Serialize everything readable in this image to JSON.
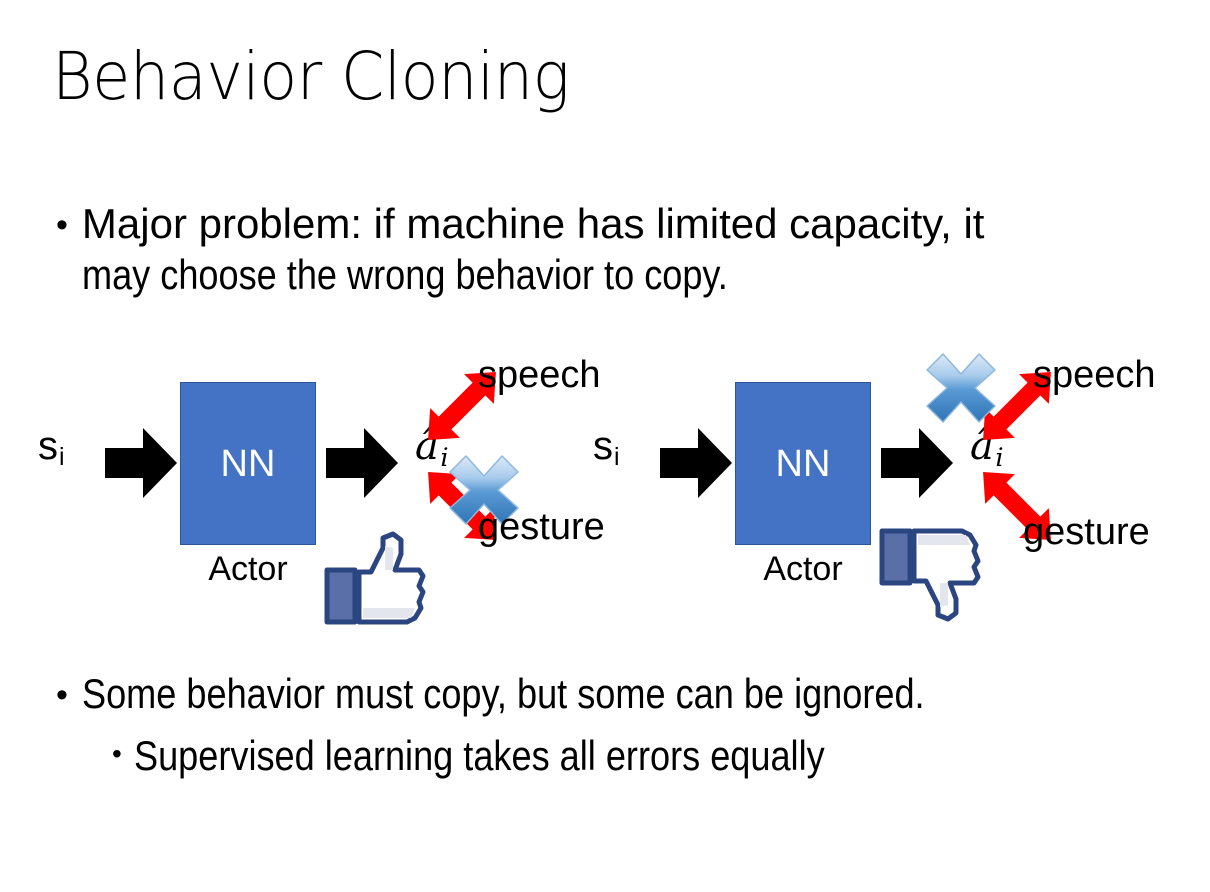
{
  "slide": {
    "title": "Behavior Cloning",
    "background_color": "#ffffff"
  },
  "bullets": {
    "top": {
      "marker": "•",
      "line1": "Major problem: if machine has limited capacity, it",
      "line2": "may choose the wrong behavior to copy."
    },
    "middle": {
      "marker": "•",
      "text": "Some behavior must copy, but some can be ignored."
    },
    "sub": {
      "marker": "•",
      "text": "Supervised learning takes all errors equally"
    }
  },
  "colors": {
    "nn_box_fill": "#4472C4",
    "nn_box_border": "#2E5597",
    "nn_text": "#ffffff",
    "red_arrow": "#FF0000",
    "x_mark_blue": "#5B9BD5",
    "thumb_outline": "#3B5998",
    "black_arrow": "#000000"
  },
  "diagrams": [
    {
      "id": "left",
      "state_label": "s",
      "state_subscript": "i",
      "nn_label": "NN",
      "actor_label": "Actor",
      "action_label": "â",
      "action_subscript": "i",
      "output_top": "speech",
      "output_bottom": "gesture",
      "crossed_output": "gesture",
      "feedback_icon": "thumbs-up-icon",
      "feedback": "positive"
    },
    {
      "id": "right",
      "state_label": "s",
      "state_subscript": "i",
      "nn_label": "NN",
      "actor_label": "Actor",
      "action_label": "â",
      "action_subscript": "i",
      "output_top": "speech",
      "output_bottom": "gesture",
      "crossed_output": "speech",
      "feedback_icon": "thumbs-down-icon",
      "feedback": "negative"
    }
  ]
}
